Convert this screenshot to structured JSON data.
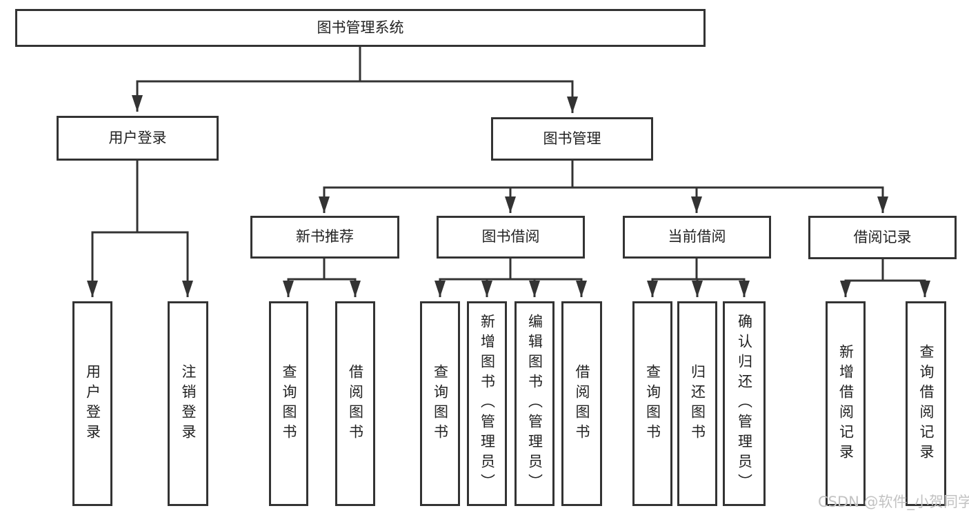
{
  "watermark": "CSDN @软件_小贺同学",
  "colors": {
    "line": "#333333",
    "box_border": "#333333",
    "text": "#222222",
    "watermark": "#c2c2c2",
    "background": "#ffffff"
  },
  "tree": {
    "root": {
      "label": "图书管理系统"
    },
    "branches": [
      {
        "label": "用户登录",
        "children": [
          {
            "label": "用户登录"
          },
          {
            "label": "注销登录"
          }
        ]
      },
      {
        "label": "图书管理",
        "groups": [
          {
            "label": "新书推荐",
            "children": [
              {
                "label": "查询图书"
              },
              {
                "label": "借阅图书"
              }
            ]
          },
          {
            "label": "图书借阅",
            "children": [
              {
                "label": "查询图书"
              },
              {
                "label": "新增图书（管理员）"
              },
              {
                "label": "编辑图书（管理员）"
              },
              {
                "label": "借阅图书"
              }
            ]
          },
          {
            "label": "当前借阅",
            "children": [
              {
                "label": "查询图书"
              },
              {
                "label": "归还图书"
              },
              {
                "label": "确认归还（管理员）"
              }
            ]
          },
          {
            "label": "借阅记录",
            "children": [
              {
                "label": "新增借阅记录"
              },
              {
                "label": "查询借阅记录"
              }
            ]
          }
        ]
      }
    ]
  }
}
